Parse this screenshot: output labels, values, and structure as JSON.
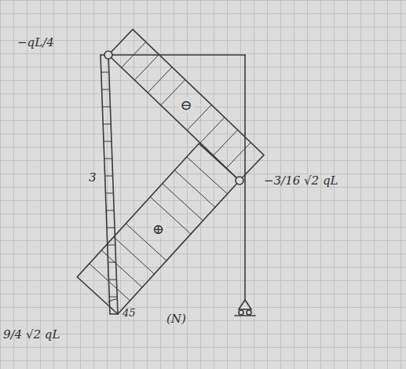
{
  "diagram": {
    "labels": [
      "−qL/4",
      "−3/16 √2 qL",
      "9/4 √2 qL",
      "(N)",
      "45",
      "3",
      "⊖",
      "⊕"
    ]
  }
}
